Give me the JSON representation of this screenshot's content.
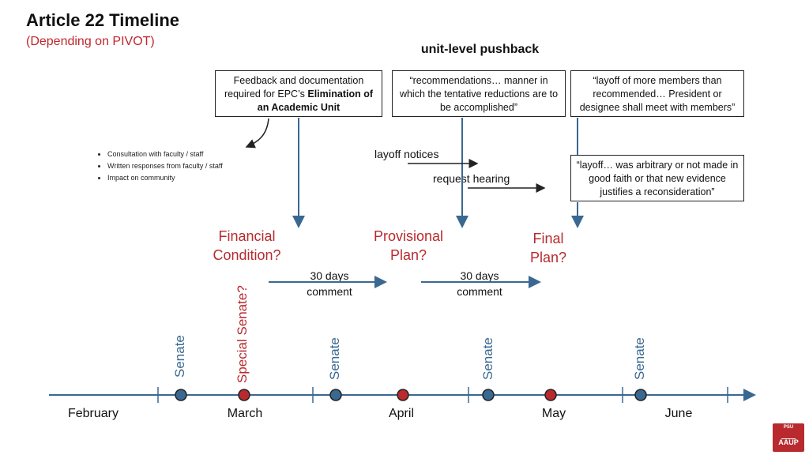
{
  "title": "Article 22 Timeline",
  "subtitle": "(Depending on PIVOT)",
  "header_label": "unit-level pushback",
  "boxes": {
    "box1_pre": "Feedback and documentation required for EPC’s ",
    "box1_bold": "Elimination of an Academic Unit",
    "box2": "“recommendations… manner in which the tentative reductions are to be accomplished”",
    "box3": "“layoff of more members than recommended… President or designee shall meet with members”",
    "box4": "“layoff… was arbitrary or not made in good faith or that new evidence justifies a reconsideration”"
  },
  "bullets": [
    "Consultation with faculty / staff",
    "Written responses from faculty / staff",
    "Impact on community"
  ],
  "stages": {
    "financial": "Financial Condition?",
    "provisional": "Provisional Plan?",
    "final": "Final Plan?"
  },
  "notes": {
    "layoff_notices": "layoff notices",
    "request_hearing": "request hearing"
  },
  "comment_periods": {
    "first": "30 days comment",
    "second": "30 days comment"
  },
  "timeline": {
    "events": [
      {
        "label": "Senate",
        "type": "senate",
        "color": "#3a6891"
      },
      {
        "label": "Special Senate?",
        "type": "special",
        "color": "#b82a2e"
      },
      {
        "label": "Senate",
        "type": "senate",
        "color": "#3a6891"
      },
      {
        "label": "",
        "type": "milestone",
        "color": "#b82a2e"
      },
      {
        "label": "Senate",
        "type": "senate",
        "color": "#3a6891"
      },
      {
        "label": "",
        "type": "milestone",
        "color": "#b82a2e"
      },
      {
        "label": "Senate",
        "type": "senate",
        "color": "#3a6891"
      }
    ],
    "months": [
      "February",
      "March",
      "April",
      "May",
      "June"
    ]
  },
  "colors": {
    "axis": "#3a6891",
    "senate_dot": "#3a6891",
    "red_dot": "#b82a2e",
    "arrow": "#3a6891",
    "accent_red": "#b82a2e"
  },
  "logo": {
    "top": "PSU",
    "bottom": "AAUP"
  }
}
